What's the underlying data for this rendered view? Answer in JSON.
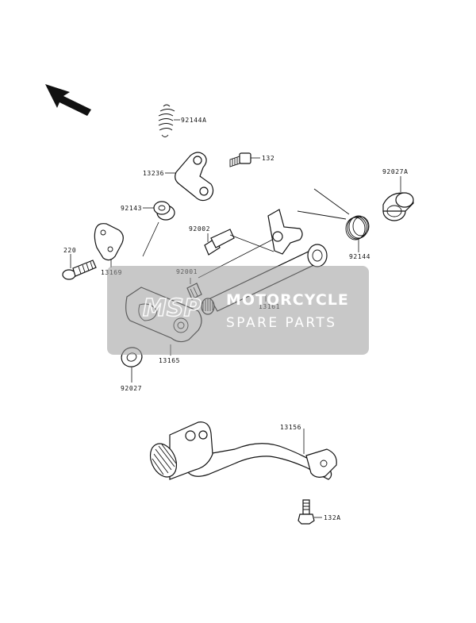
{
  "labels": {
    "spring_top": "92144A",
    "bolt_132": "132",
    "plate_13236": "13236",
    "collar_92143": "92143",
    "pin_92002": "92002",
    "bushing_92027A": "92027A",
    "screw_220": "220",
    "plate_13169": "13169",
    "pin_92001": "92001",
    "shaft_13161": "13161",
    "spring_92144": "92144",
    "plate_13165": "13165",
    "washer_92027": "92027",
    "pedal_13156": "13156",
    "bolt_132A": "132A"
  },
  "watermark": {
    "logo": "MSP",
    "line1": "MOTORCYCLE",
    "line2": "SPARE PARTS"
  }
}
